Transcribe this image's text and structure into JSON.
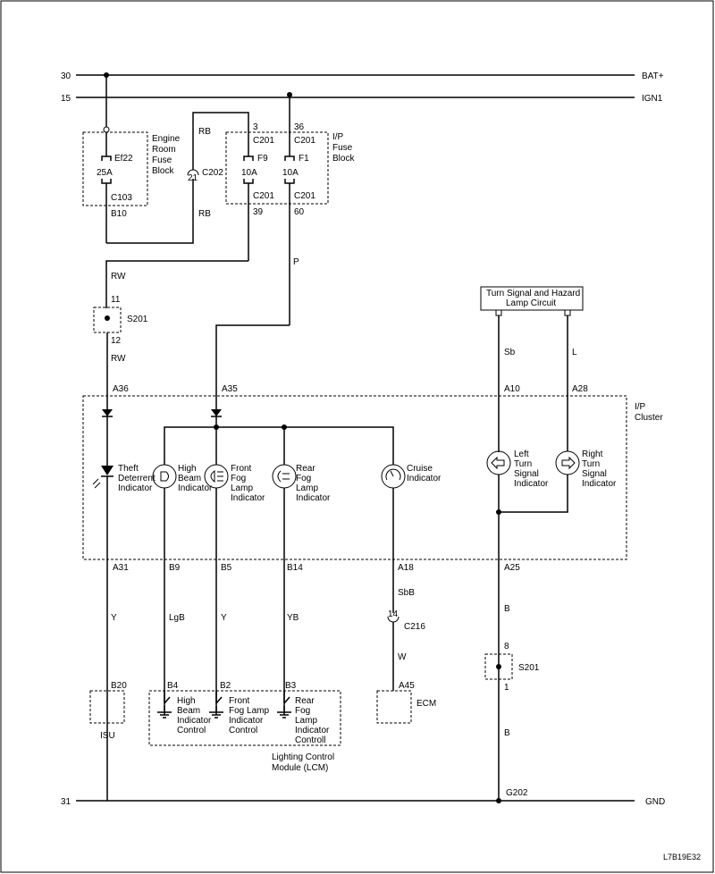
{
  "rails": {
    "bat_num": "30",
    "bat_name": "BAT+",
    "ign_num": "15",
    "ign_name": "IGN1",
    "gnd_num": "31",
    "gnd_name": "GND"
  },
  "engine_fuse": {
    "fuse": "Ef22",
    "amp": "25A",
    "conn_top": "",
    "conn_bot": "C103",
    "pin_bot": "B10",
    "label1": "Engine",
    "label2": "Room",
    "label3": "Fuse",
    "label4": "Block"
  },
  "ip_fuse": {
    "label1": "I/P",
    "label2": "Fuse",
    "label3": "Block",
    "f9": "F9",
    "f9_amp": "10A",
    "f1": "F1",
    "f1_amp": "10A",
    "conn": "C201",
    "pin_f9_top": "3",
    "pin_f1_top": "36",
    "pin_f9_bot": "39",
    "pin_f1_bot": "60"
  },
  "c202": {
    "conn": "C202",
    "pin": "21"
  },
  "wires": {
    "rb_top": "RB",
    "rb_bot": "RB",
    "rw1": "RW",
    "rw2": "RW",
    "p": "P",
    "sb": "Sb",
    "l": "L",
    "y1": "Y",
    "lgb": "LgB",
    "y2": "Y",
    "yb": "YB",
    "sbb": "SbB",
    "w": "W",
    "b1": "B",
    "b2": "B"
  },
  "s201_top": {
    "name": "S201",
    "pin_in": "11",
    "pin_out": "12"
  },
  "s201_bot": {
    "name": "S201",
    "pin_in": "8",
    "pin_out": "1"
  },
  "turn_circuit": {
    "line1": "Turn Signal and Hazard",
    "line2": "Lamp Circuit"
  },
  "cluster": {
    "label1": "I/P",
    "label2": "Cluster",
    "a36": "A36",
    "a35": "A35",
    "a10": "A10",
    "a28": "A28",
    "a31": "A31",
    "b9": "B9",
    "b5": "B5",
    "b14": "B14",
    "a18": "A18",
    "a25": "A25"
  },
  "indicators": {
    "theft": [
      "Theft",
      "Deterrent",
      "Indicator"
    ],
    "high": [
      "High",
      "Beam",
      "Indicator"
    ],
    "front_fog": [
      "Front",
      "Fog",
      "Lamp",
      "Indicator"
    ],
    "rear_fog": [
      "Rear",
      "Fog",
      "Lamp",
      "Indicator"
    ],
    "cruise": [
      "Cruise",
      "Indicator"
    ],
    "left": [
      "Left",
      "Turn",
      "Signal",
      "Indicator"
    ],
    "right": [
      "Right",
      "Turn",
      "Signal",
      "Indicator"
    ]
  },
  "c216": {
    "conn": "C216",
    "pin": "14"
  },
  "isu": {
    "pin": "B20",
    "name": "ISU"
  },
  "lcm": {
    "b4": "B4",
    "b2": "B2",
    "b3": "B3",
    "high": [
      "High",
      "Beam",
      "Indicator",
      "Control"
    ],
    "front": [
      "Front",
      "Fog Lamp",
      "Indicator",
      "Control"
    ],
    "rear": [
      "Rear",
      "Fog",
      "Lamp",
      "Indicator",
      "Controll"
    ],
    "name1": "Lighting Control",
    "name2": "Module (LCM)"
  },
  "ecm": {
    "pin": "A45",
    "name": "ECM"
  },
  "ground": {
    "name": "G202"
  },
  "code": "L7B19E32"
}
